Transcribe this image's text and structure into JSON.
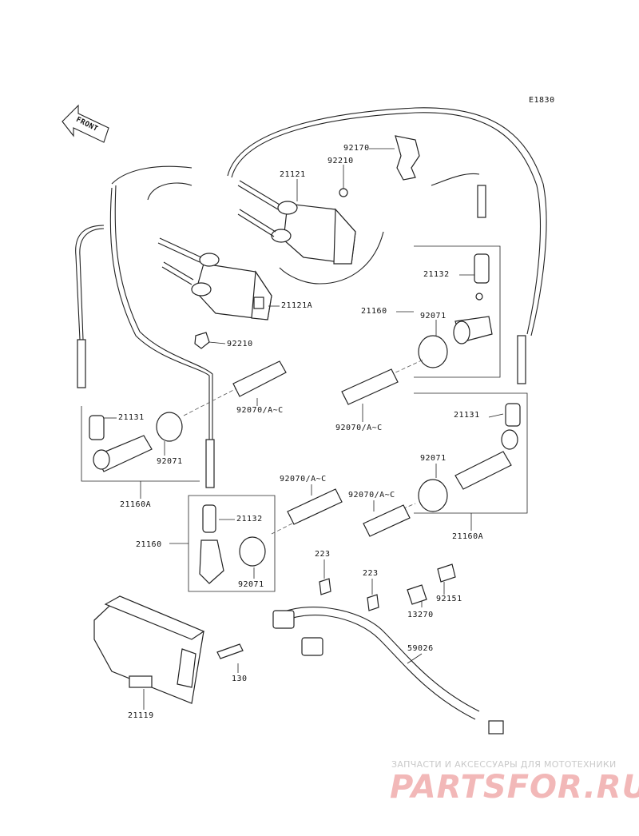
{
  "diagram_code": "E1830",
  "front_label": "FRONT",
  "labels": {
    "p92170": "92170",
    "p92210_top": "92210",
    "p21121": "21121",
    "p21121A": "21121A",
    "p92210_mid": "92210",
    "p21132_right": "21132",
    "p21160_right": "21160",
    "p92071_right_top": "92071",
    "p92070_right_top": "92070/A~C",
    "p21131_left": "21131",
    "p92070_left_top": "92070/A~C",
    "p92071_left": "92071",
    "p21160A_left": "21160A",
    "p21131_right": "21131",
    "p92071_right_mid": "92071",
    "p92070_mid_center": "92070/A~C",
    "p92070_mid_right": "92070/A~C",
    "p21160A_right": "21160A",
    "p21132_left": "21132",
    "p21160_left": "21160",
    "p92071_bottom": "92071",
    "p223_a": "223",
    "p223_b": "223",
    "p92151": "92151",
    "p13270": "13270",
    "p59026": "59026",
    "p130": "130",
    "p21119": "21119"
  },
  "watermark": {
    "caption": "ЗАПЧАСТИ И АКСЕССУАРЫ ДЛЯ МОТОТЕХНИКИ",
    "logo": "PARTSFOR.RU"
  }
}
